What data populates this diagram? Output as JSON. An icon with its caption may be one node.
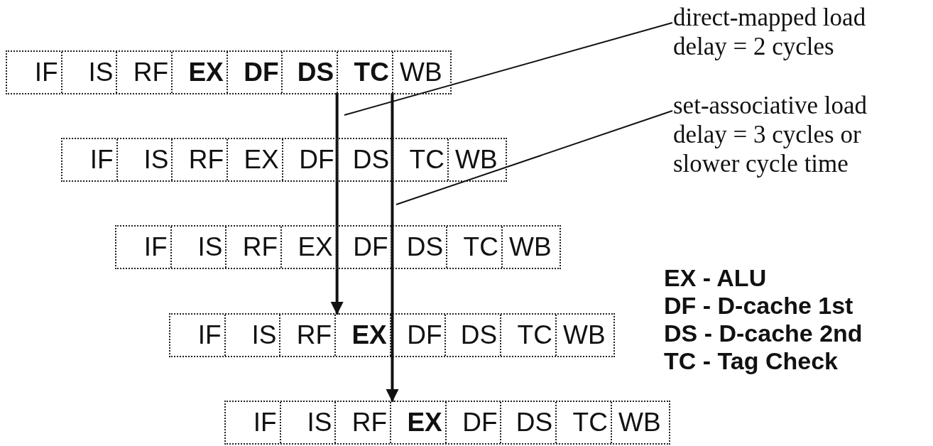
{
  "diagram": {
    "nodes": [
      {
        "text": [],
        "shape": "box"
      },
      {
        "text": [
          "IF"
        ],
        "in": 0
      },
      {
        "text": [
          "IS"
        ],
        "in": 0
      },
      {
        "text": [
          "RF"
        ],
        "in": 0
      },
      {
        "text": [
          "EX"
        ],
        "in": 0
      },
      {
        "text": [
          "DF"
        ],
        "in": 0
      },
      {
        "text": [
          "DS"
        ],
        "in": 0
      },
      {
        "text": [
          "TC"
        ],
        "in": 0
      },
      {
        "text": [
          "WB"
        ],
        "in": 0
      },
      {
        "text": [],
        "shape": "box"
      },
      {
        "text": [
          "IF"
        ],
        "in": 9
      },
      {
        "text": [
          "IS"
        ],
        "in": 9
      },
      {
        "text": [
          "RF"
        ],
        "in": 9
      },
      {
        "text": [
          "EX"
        ],
        "in": 9
      },
      {
        "text": [
          "DF"
        ],
        "in": 9
      },
      {
        "text": [
          "DS"
        ],
        "in": 9
      },
      {
        "text": [
          "TC"
        ],
        "in": 9
      },
      {
        "text": [
          "WB"
        ],
        "in": 9
      },
      {
        "text": [],
        "shape": "box"
      },
      {
        "text": [
          "IF"
        ],
        "in": 18
      },
      {
        "text": [
          "IS"
        ],
        "in": 18
      },
      {
        "text": [
          "RF"
        ],
        "in": 18
      },
      {
        "text": [
          "EX"
        ],
        "in": 18
      },
      {
        "text": [
          "DF"
        ],
        "in": 18
      },
      {
        "text": [
          "DS"
        ],
        "in": 18
      },
      {
        "text": [
          "TC"
        ],
        "in": 18
      },
      {
        "text": [
          "WB"
        ],
        "in": 18
      },
      {
        "text": [],
        "shape": "box"
      },
      {
        "text": [
          "IF"
        ],
        "in": 27
      },
      {
        "text": [
          "IS"
        ],
        "in": 27
      },
      {
        "text": [
          "RF"
        ],
        "in": 27
      },
      {
        "text": [
          "EX"
        ],
        "in": 27
      },
      {
        "text": [
          "DF"
        ],
        "in": 27
      },
      {
        "text": [
          "DS"
        ],
        "in": 27
      },
      {
        "text": [
          "TC"
        ],
        "in": 27
      },
      {
        "text": [
          "WB"
        ],
        "in": 27
      },
      {
        "text": [],
        "shape": "box"
      },
      {
        "text": [
          "IF"
        ],
        "in": 36
      },
      {
        "text": [
          "IS"
        ],
        "in": 36
      },
      {
        "text": [
          "RF"
        ],
        "in": 36
      },
      {
        "text": [
          "EX"
        ],
        "in": 36
      },
      {
        "text": [
          "DF"
        ],
        "in": 36
      },
      {
        "text": [
          "DS"
        ],
        "in": 36
      },
      {
        "text": [
          "TC"
        ],
        "in": 36
      },
      {
        "text": [
          "WB"
        ],
        "in": 36
      },
      {
        "text": [
          "direct-mapped load delay = 2 cycles"
        ]
      },
      {
        "text": [
          "set-associative load delay = 3 cycles or slower cycle time"
        ]
      }
    ],
    "edges": [
      {
        "from": 6,
        "to": 31,
        "arrow": "to",
        "style": "thick"
      },
      {
        "from": 7,
        "to": 40,
        "arrow": "to",
        "style": "thick"
      },
      {
        "from": 45,
        "to": null,
        "arrow": "none"
      },
      {
        "from": 46,
        "to": null,
        "arrow": "none"
      }
    ],
    "labels": [
      "EX - ALU",
      "DF - D-cache 1st",
      "DS - D-cache 2nd",
      "TC - Tag Check"
    ]
  }
}
